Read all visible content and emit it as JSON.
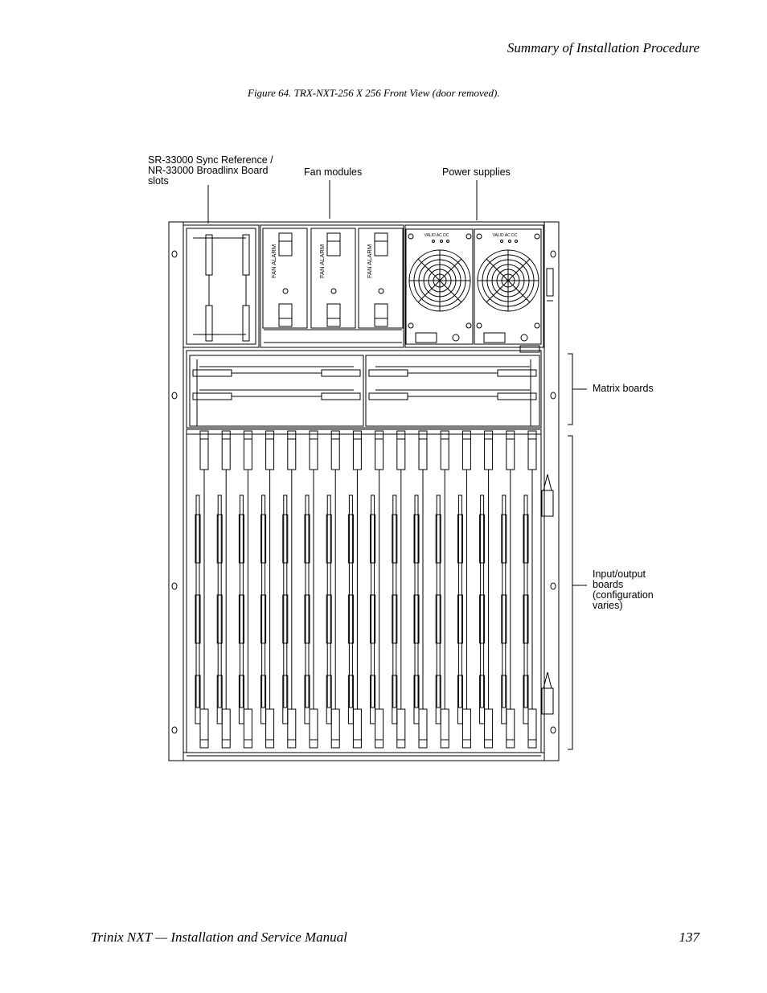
{
  "header": {
    "section_title": "Summary of Installation Procedure"
  },
  "figure": {
    "caption": "Figure 64.  TRX-NXT-256 X 256 Front View (door removed).",
    "callouts": {
      "sync_ref_line1": "SR-33000 Sync Reference /",
      "sync_ref_line2": "NR-33000 Broadlinx Board",
      "sync_ref_line3": "slots",
      "fan_modules": "Fan modules",
      "power_supplies": "Power supplies",
      "matrix_boards": "Matrix boards",
      "io_line1": "Input/output",
      "io_line2": "boards",
      "io_line3": "(configuration",
      "io_line4": "varies)"
    },
    "fan_label": "FAN ALARM",
    "psu_label": "VALID AC DC",
    "io_board_count": 16,
    "fan_module_count": 3,
    "power_supply_count": 2
  },
  "footer": {
    "manual_title": "Trinix NXT  —  Installation and Service Manual",
    "page_number": "137"
  }
}
